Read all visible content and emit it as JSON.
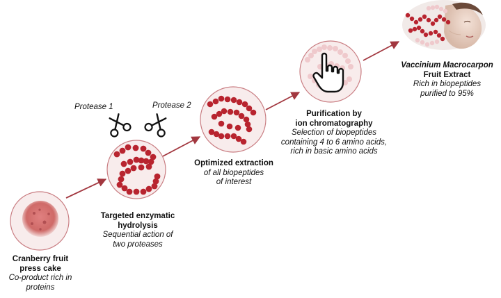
{
  "colors": {
    "arrow": "#a2373f",
    "bead": "#b8242f",
    "bead_light": "#efc9cc",
    "circle_fill": "#f8ecec",
    "circle_stroke": "#c97d82"
  },
  "icons": {
    "scissors": "scissors-icon",
    "hand": "pointing-hand-icon"
  },
  "proteases": {
    "p1": "Protease 1",
    "p2": "Protease 2"
  },
  "steps": [
    {
      "title": [
        "Cranberry fruit",
        "press cake"
      ],
      "desc": [
        "Co-product rich in",
        "proteins"
      ]
    },
    {
      "title": [
        "Targeted enzymatic",
        "hydrolysis"
      ],
      "desc": [
        "Sequential action of",
        "two proteases"
      ]
    },
    {
      "title": [
        "Optimized extraction"
      ],
      "desc": [
        "of all biopeptides",
        "of interest"
      ]
    },
    {
      "title": [
        "Purification by",
        "ion chromatography"
      ],
      "desc": [
        "Selection of biopeptides",
        "containing 4 to 6 amino acids,",
        "rich in basic amino acids"
      ]
    },
    {
      "title": [
        "Vaccinium Macrocarpon",
        "Fruit Extract"
      ],
      "desc": [
        "Rich in biopeptides",
        "purified to 95%"
      ]
    }
  ]
}
